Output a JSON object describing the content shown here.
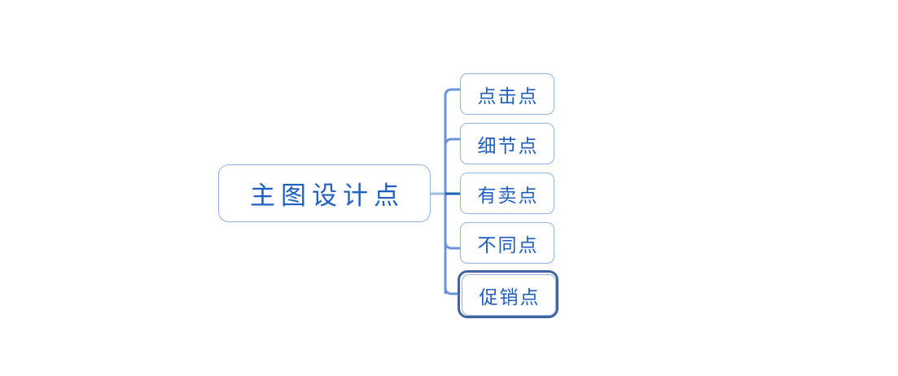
{
  "diagram": {
    "type": "mind-map",
    "background_color": "#ffffff",
    "accent_color": "#1f5fc0",
    "node_border_color": "#8fb4e3",
    "connector_color": "#6a95d4",
    "connector_stub_color": "#1f5faf",
    "selection_ring_color": "#43639f",
    "root": {
      "label": "主图设计点"
    },
    "children": [
      {
        "label": "点击点",
        "selected": false
      },
      {
        "label": "细节点",
        "selected": false
      },
      {
        "label": "有卖点",
        "selected": false
      },
      {
        "label": "不同点",
        "selected": false
      },
      {
        "label": "促销点",
        "selected": true
      }
    ]
  }
}
